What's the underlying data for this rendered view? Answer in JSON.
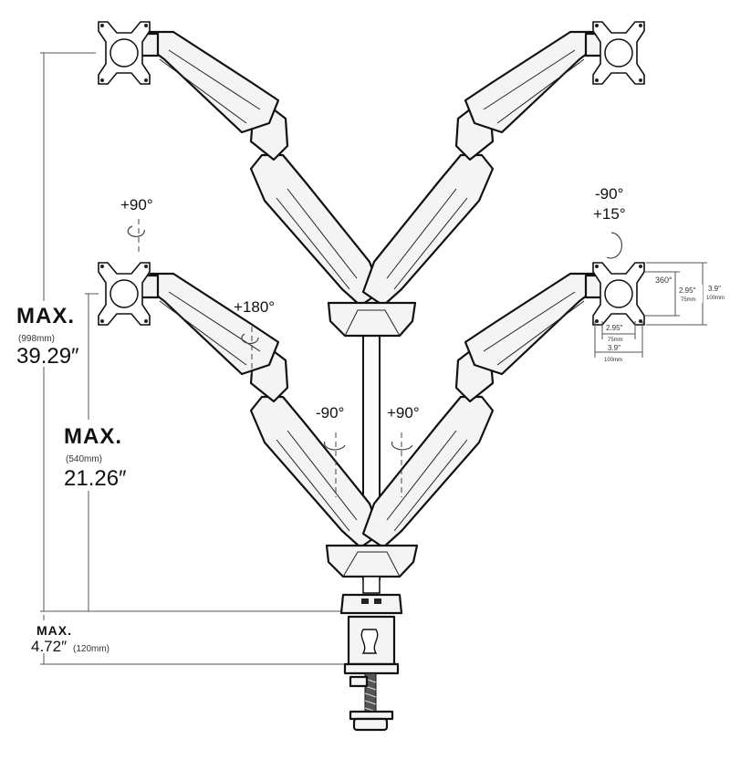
{
  "dimensions": {
    "overall": {
      "label": "MAX.",
      "metric": "(998mm)",
      "imperial": "39.29″"
    },
    "lower": {
      "label": "MAX.",
      "metric": "(540mm)",
      "imperial": "21.26″"
    },
    "clamp": {
      "label": "MAX.",
      "imperial": "4.72″",
      "metric": "(120mm)"
    }
  },
  "rotations": {
    "tilt_left": "+90°",
    "tilt_right_a": "-90°",
    "tilt_right_b": "+15°",
    "swivel": "+180°",
    "pole_left": "-90°",
    "pole_right": "+90°",
    "plate_spin": "360°"
  },
  "vesa": {
    "vertical_large": "3.9″",
    "vertical_large_mm": "100mm",
    "vertical_small": "2.95″",
    "vertical_small_mm": "75mm",
    "horizontal_small": "2.95″",
    "horizontal_small_mm": "75mm",
    "horizontal_large": "3.9″",
    "horizontal_large_mm": "100mm"
  }
}
